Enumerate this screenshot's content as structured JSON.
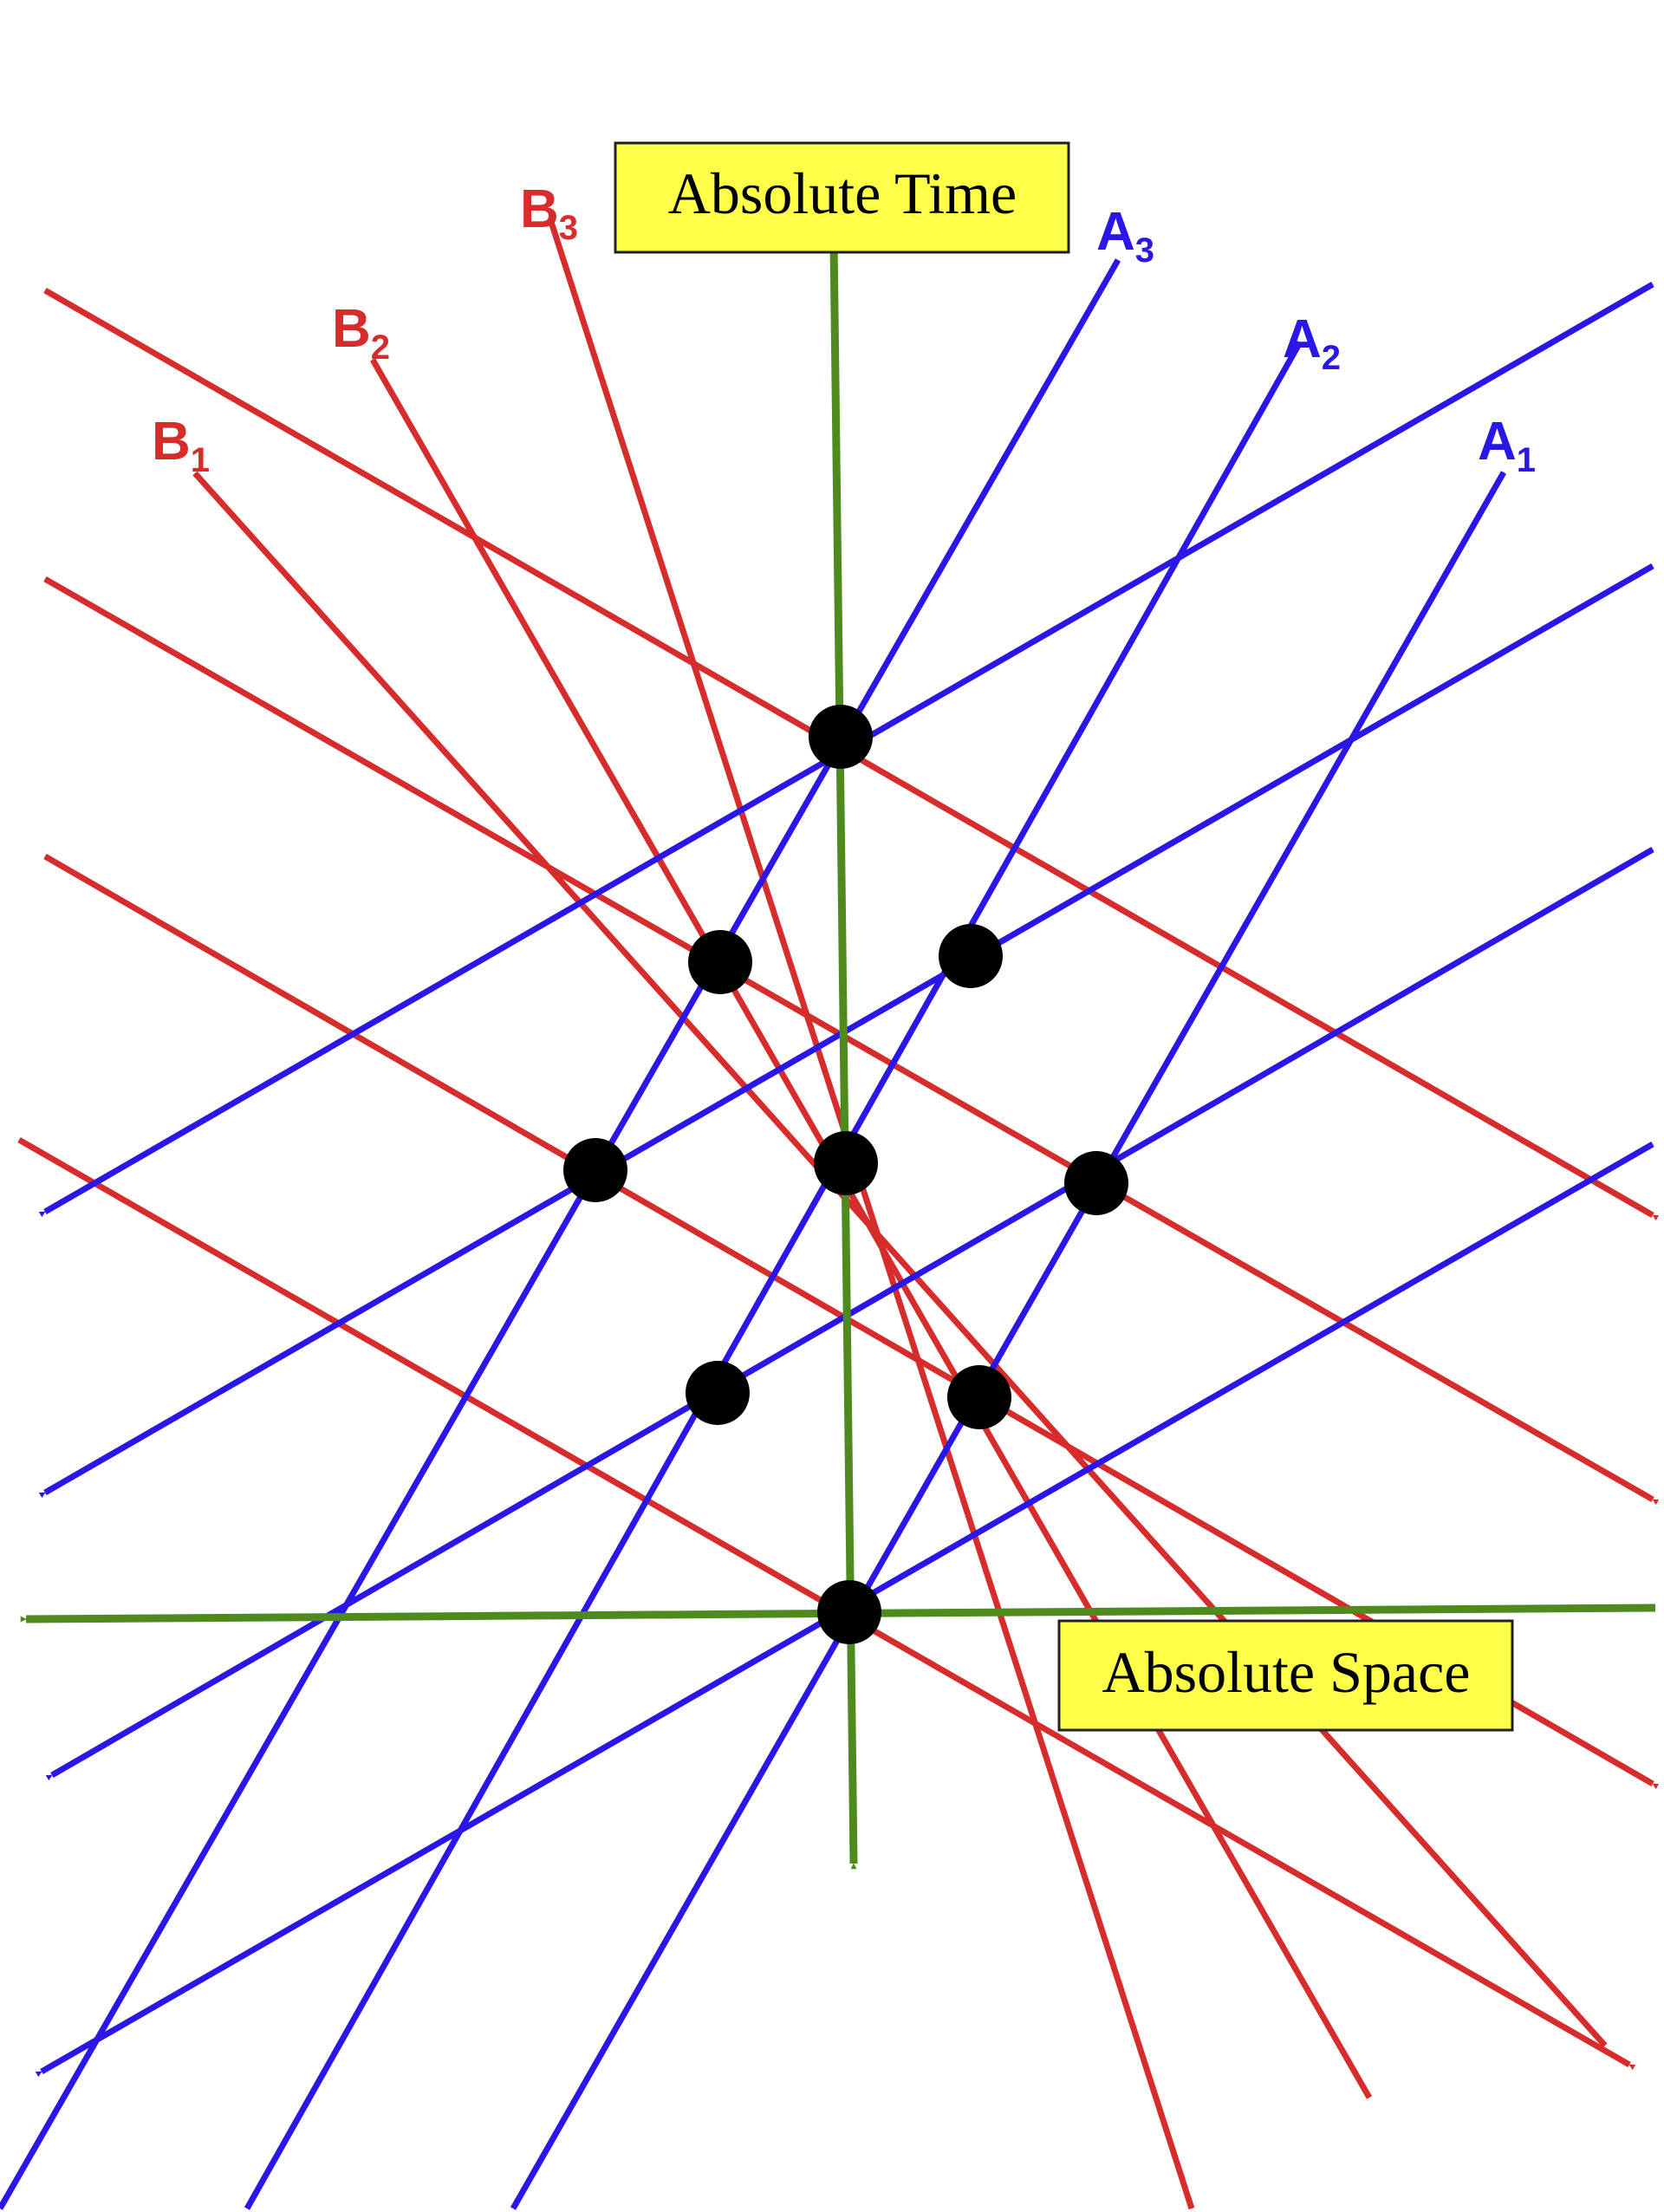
{
  "labels": {
    "time_axis": "Absolute Time",
    "space_axis": "Absolute Space",
    "a1": {
      "letter": "A",
      "sub": "1"
    },
    "a2": {
      "letter": "A",
      "sub": "2"
    },
    "a3": {
      "letter": "A",
      "sub": "3"
    },
    "b1": {
      "letter": "B",
      "sub": "1"
    },
    "b2": {
      "letter": "B",
      "sub": "2"
    },
    "b3": {
      "letter": "B",
      "sub": "3"
    }
  },
  "colors": {
    "a_family": "#2a16e6",
    "b_family": "#d62c2c",
    "axes": "#4f8a1e",
    "label_box": "#ffff4a",
    "events": "#000000"
  }
}
